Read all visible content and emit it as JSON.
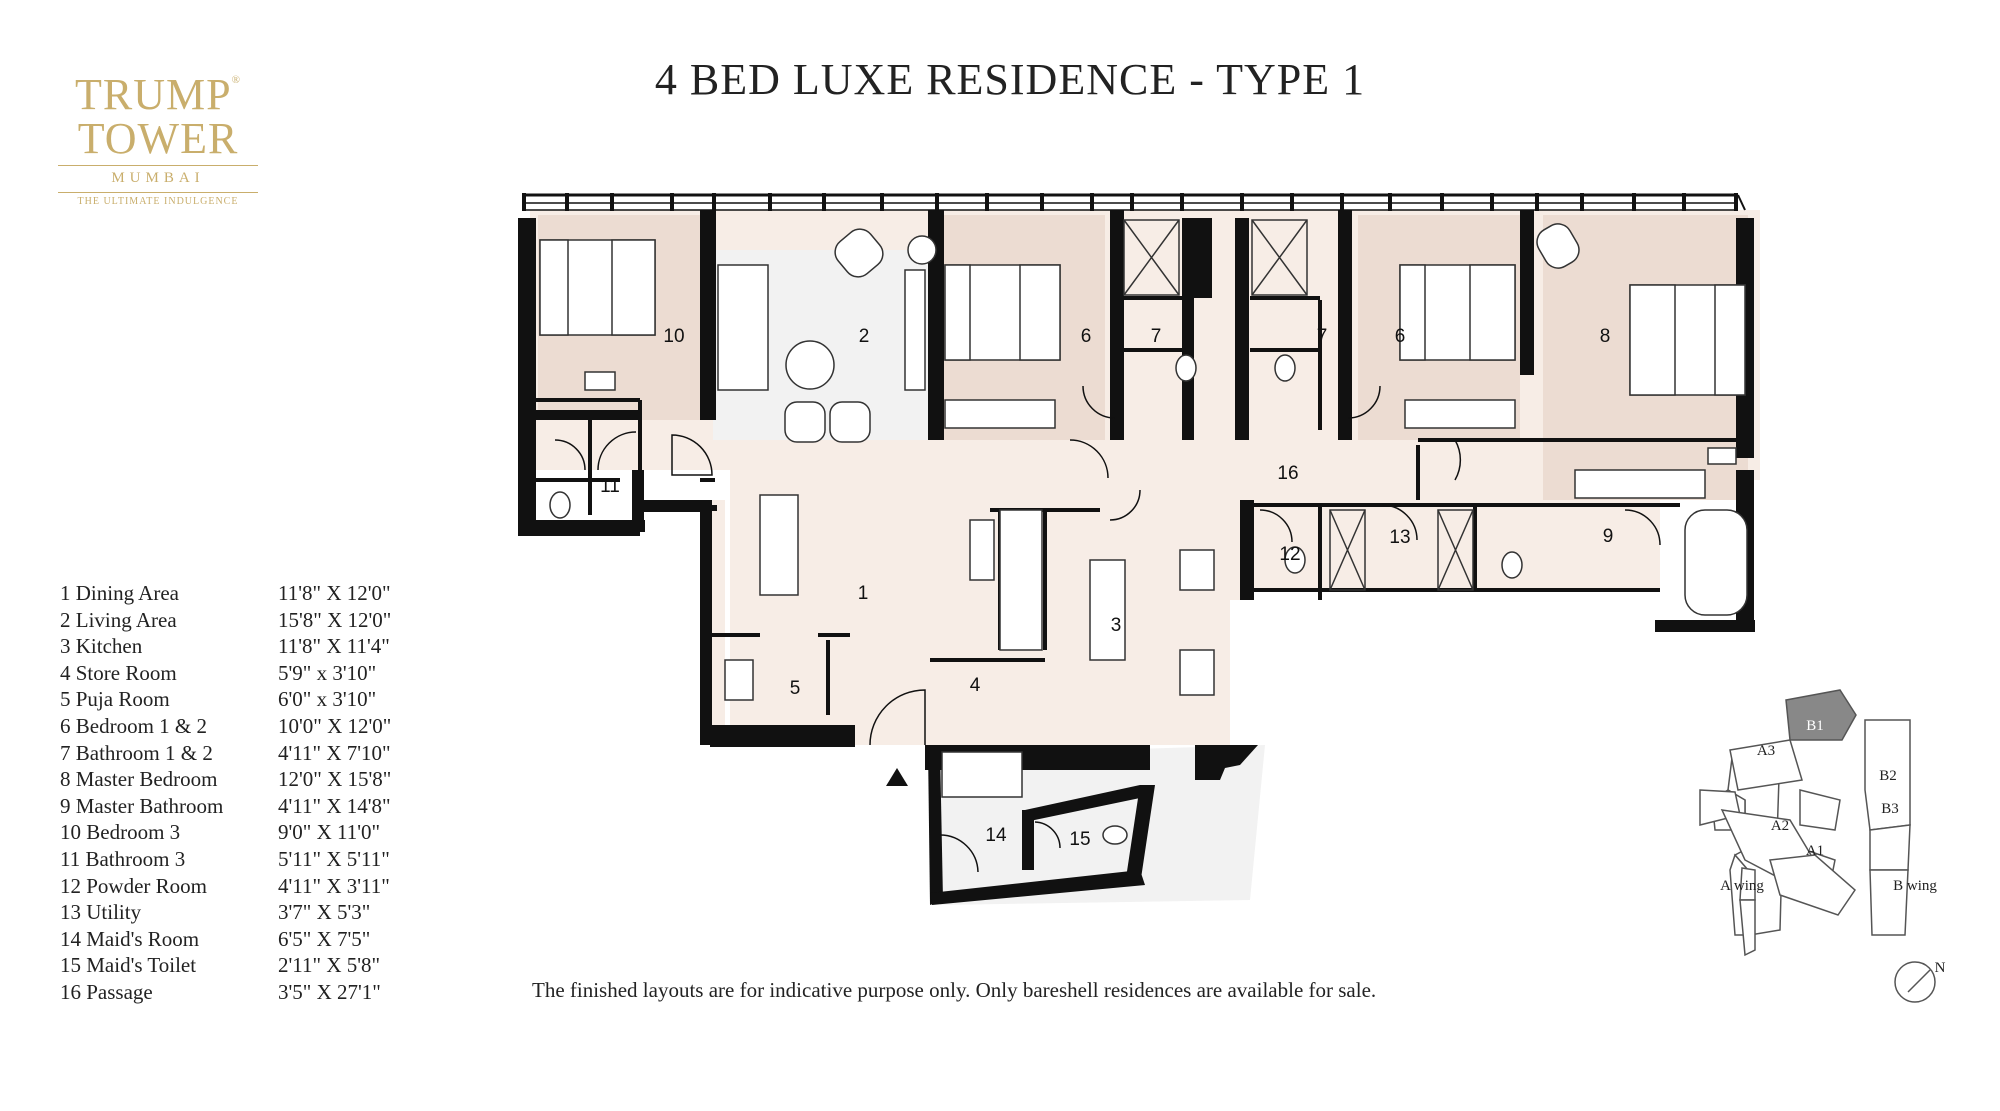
{
  "logo": {
    "line1": "TRUMP",
    "reg": "®",
    "line2": "TOWER",
    "line3": "MUMBAI",
    "line4": "THE ULTIMATE INDULGENCE"
  },
  "title": "4 BED LUXE RESIDENCE - TYPE 1",
  "legend": [
    {
      "name": "1 Dining Area",
      "dims": "11'8\" X 12'0\""
    },
    {
      "name": "2 Living Area",
      "dims": "15'8\" X 12'0\""
    },
    {
      "name": "3 Kitchen",
      "dims": "11'8\" X 11'4\""
    },
    {
      "name": "4 Store Room",
      "dims": "5'9\" x 3'10\""
    },
    {
      "name": "5 Puja Room",
      "dims": "6'0\" x 3'10\""
    },
    {
      "name": "6 Bedroom 1 & 2",
      "dims": "10'0\" X 12'0\""
    },
    {
      "name": "7 Bathroom 1 & 2",
      "dims": "4'11\" X 7'10\""
    },
    {
      "name": "8 Master Bedroom",
      "dims": "12'0\" X 15'8\""
    },
    {
      "name": "9 Master Bathroom",
      "dims": "4'11\" X 14'8\""
    },
    {
      "name": "10 Bedroom 3",
      "dims": "9'0\" X 11'0\""
    },
    {
      "name": "11 Bathroom 3",
      "dims": "5'11\" X 5'11\""
    },
    {
      "name": "12 Powder Room",
      "dims": "4'11\" X 3'11\""
    },
    {
      "name": "13 Utility",
      "dims": "3'7\" X 5'3\""
    },
    {
      "name": "14 Maid's Room",
      "dims": "6'5\" X 7'5\""
    },
    {
      "name": "15 Maid's Toilet",
      "dims": "2'11\" X 5'8\""
    },
    {
      "name": "16 Passage",
      "dims": "3'5\" X 27'1\""
    }
  ],
  "plan_labels": {
    "r1": "1",
    "r2": "2",
    "r3": "3",
    "r4": "4",
    "r5": "5",
    "r6a": "6",
    "r6b": "6",
    "r7a": "7",
    "r7b": "7",
    "r8": "8",
    "r9": "9",
    "r10": "10",
    "r11": "11",
    "r12": "12",
    "r13": "13",
    "r14": "14",
    "r15": "15",
    "r16": "16"
  },
  "key_plan": {
    "b1": "B1",
    "a3": "A3",
    "b2": "B2",
    "b3": "B3",
    "a2": "A2",
    "a1": "A1",
    "a_wing": "A wing",
    "b_wing": "B wing"
  },
  "compass": "N",
  "disclaimer": "The finished layouts are for indicative purpose only. Only bareshell residences are available for sale.",
  "colors": {
    "gold": "#c9ae6c",
    "wall": "#111111",
    "floor": "#f7ede6",
    "room_tint": "#ecdcd2"
  }
}
